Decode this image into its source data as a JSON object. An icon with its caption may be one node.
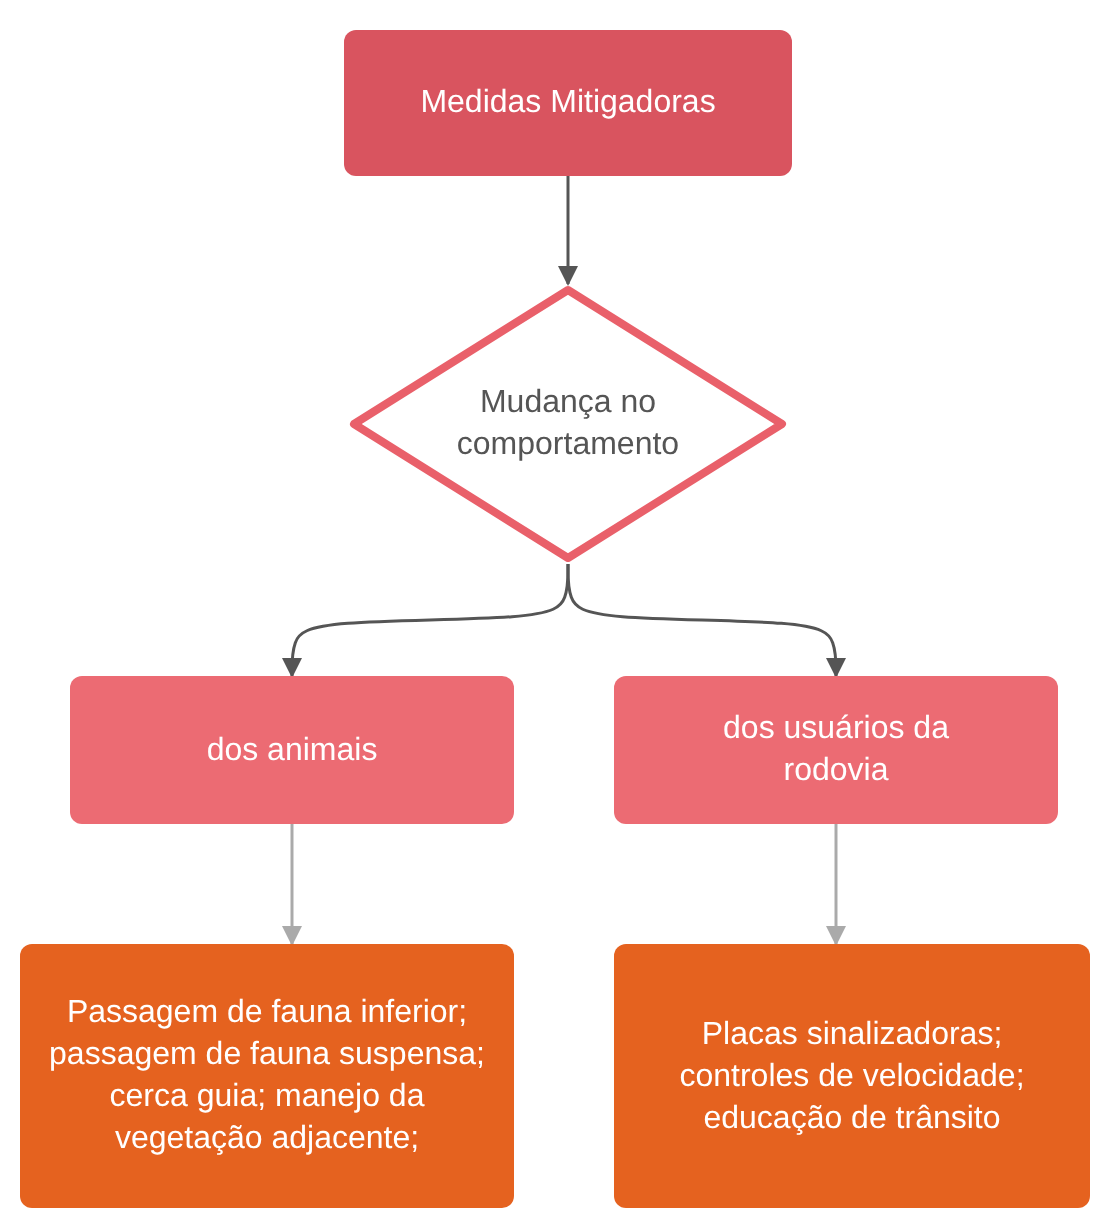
{
  "diagram": {
    "nodes": [
      {
        "text": [
          "Medidas Mitigadoras"
        ]
      },
      {
        "text": [
          "Mudança no comportamento"
        ]
      },
      {
        "text": [
          "dos animais"
        ]
      },
      {
        "text": [
          "dos usuários da rodovia"
        ]
      },
      {
        "text": [
          "Passagem de fauna inferior; passagem de fauna suspensa; cerca guia; manejo da vegetação adjacente;"
        ]
      },
      {
        "text": [
          "Placas sinalizadoras; controles de velocidade; educação de trânsito"
        ]
      }
    ],
    "edges": [
      {
        "from": 0,
        "to": 1,
        "arrow": "to"
      },
      {
        "from": 1,
        "to": 2,
        "arrow": "to"
      },
      {
        "from": 1,
        "to": 3,
        "arrow": "to"
      },
      {
        "from": 2,
        "to": 4,
        "arrow": "to",
        "color": "#aaaaaa"
      },
      {
        "from": 3,
        "to": 5,
        "arrow": "to",
        "color": "#aaaaaa"
      }
    ]
  }
}
